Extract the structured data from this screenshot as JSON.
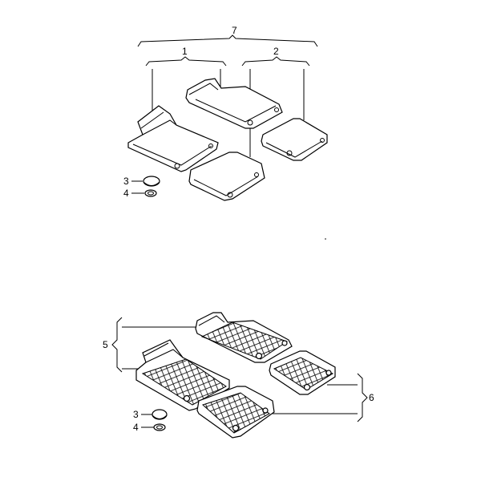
{
  "labels": {
    "seven": "7",
    "one": "1",
    "two": "2",
    "three_top": "3",
    "four_top": "4",
    "five": "5",
    "six": "6",
    "three_bottom": "3",
    "four_bottom": "4"
  }
}
